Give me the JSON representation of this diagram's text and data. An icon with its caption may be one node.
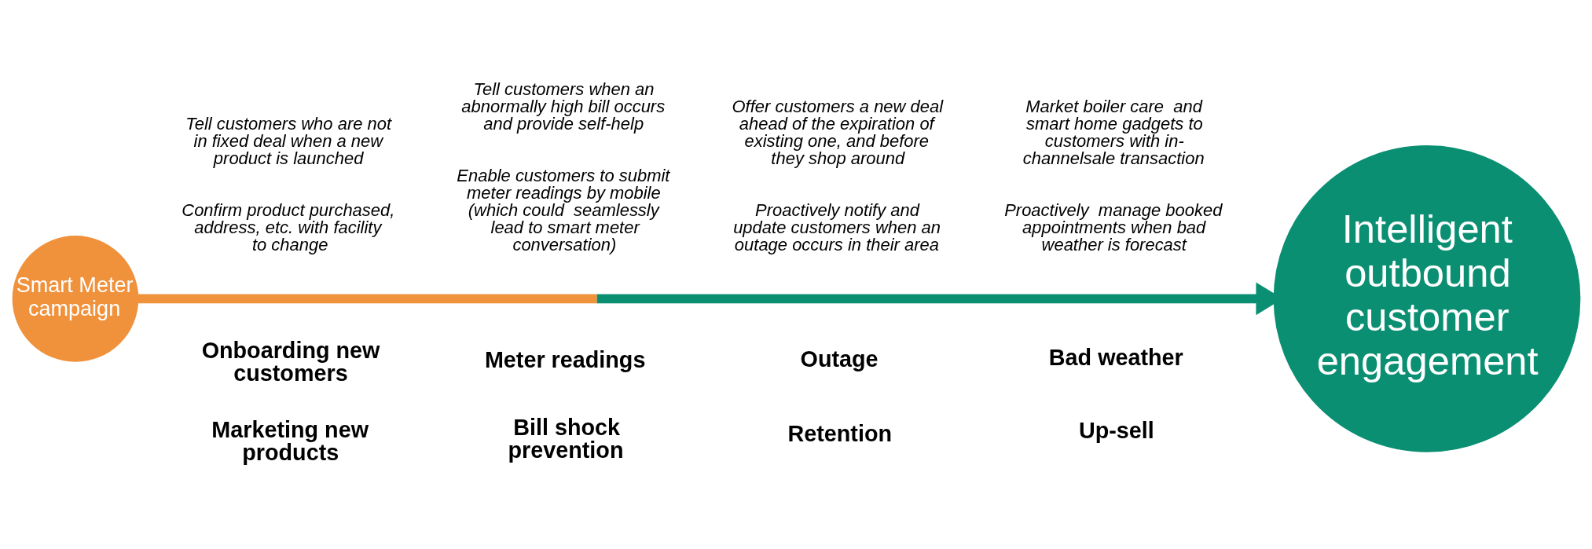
{
  "diagram": {
    "nodes": [
      {
        "text": [
          "Smart Meter campaign"
        ]
      },
      {
        "text": [
          "Intelligent outbound customer engagement"
        ]
      }
    ],
    "edges": [
      {
        "from": 0,
        "to": 1,
        "arrow": "to"
      }
    ],
    "labels": [
      "Onboarding new customers",
      "Confirm product purchased, address, etc. with facility to change",
      "Meter readings",
      "Enable customers to submit meter readings by mobile (which could  seamlessly lead to smart meter conversation)",
      "Outage",
      "Proactively notify and update customers when an outage occurs in their area",
      "Bad weather",
      "Proactively  manage booked appointments when bad weather is forecast",
      "Marketing new products",
      "Tell customers who are not in fixed deal when a new product is launched",
      "Bill shock prevention",
      "Tell customers when an abnormally high bill occurs and provide self-help",
      "Retention",
      "Offer customers a new deal ahead of the expiration of existing one, and before they shop around",
      "Up-sell",
      "Market boiler care  and smart home gadgets to customers with in-channelsale transaction"
    ]
  }
}
